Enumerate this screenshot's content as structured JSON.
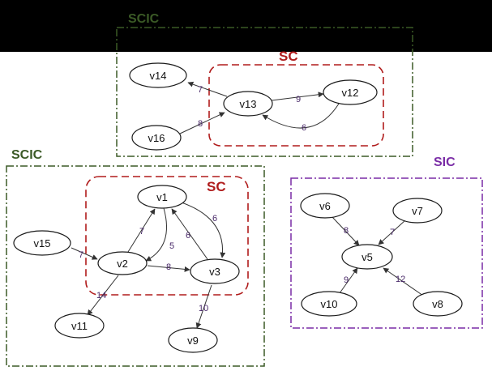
{
  "colors": {
    "top_banner": "#000000",
    "scic": "#3b5a26",
    "sc": "#b01c1c",
    "sic": "#7a2ca6",
    "node_stroke": "#1a1a1a",
    "edge": "#333333",
    "weight_text": "#4a2a6a"
  },
  "groups": {
    "scic_top": "SCIC",
    "sc_top": "SC",
    "scic_left": "SCIC",
    "sc_left": "SC",
    "sic_right": "SIC"
  },
  "nodes": {
    "v1": "v1",
    "v2": "v2",
    "v3": "v3",
    "v5": "v5",
    "v6": "v6",
    "v7": "v7",
    "v8": "v8",
    "v9": "v9",
    "v10": "v10",
    "v11": "v11",
    "v12": "v12",
    "v13": "v13",
    "v14": "v14",
    "v15": "v15",
    "v16": "v16"
  },
  "edges": {
    "v13_v14": "7",
    "v16_v13": "8",
    "v13_v12": "9",
    "v12_v13": "6",
    "v15_v2": "7",
    "v2_v1": "7",
    "v1_v2": "5",
    "v1_v3": "6",
    "v3_v1": "6",
    "v2_v3": "8",
    "v2_v11": "14",
    "v3_v9": "10",
    "v6_v5": "8",
    "v7_v5": "7",
    "v10_v5": "9",
    "v8_v5": "12"
  }
}
